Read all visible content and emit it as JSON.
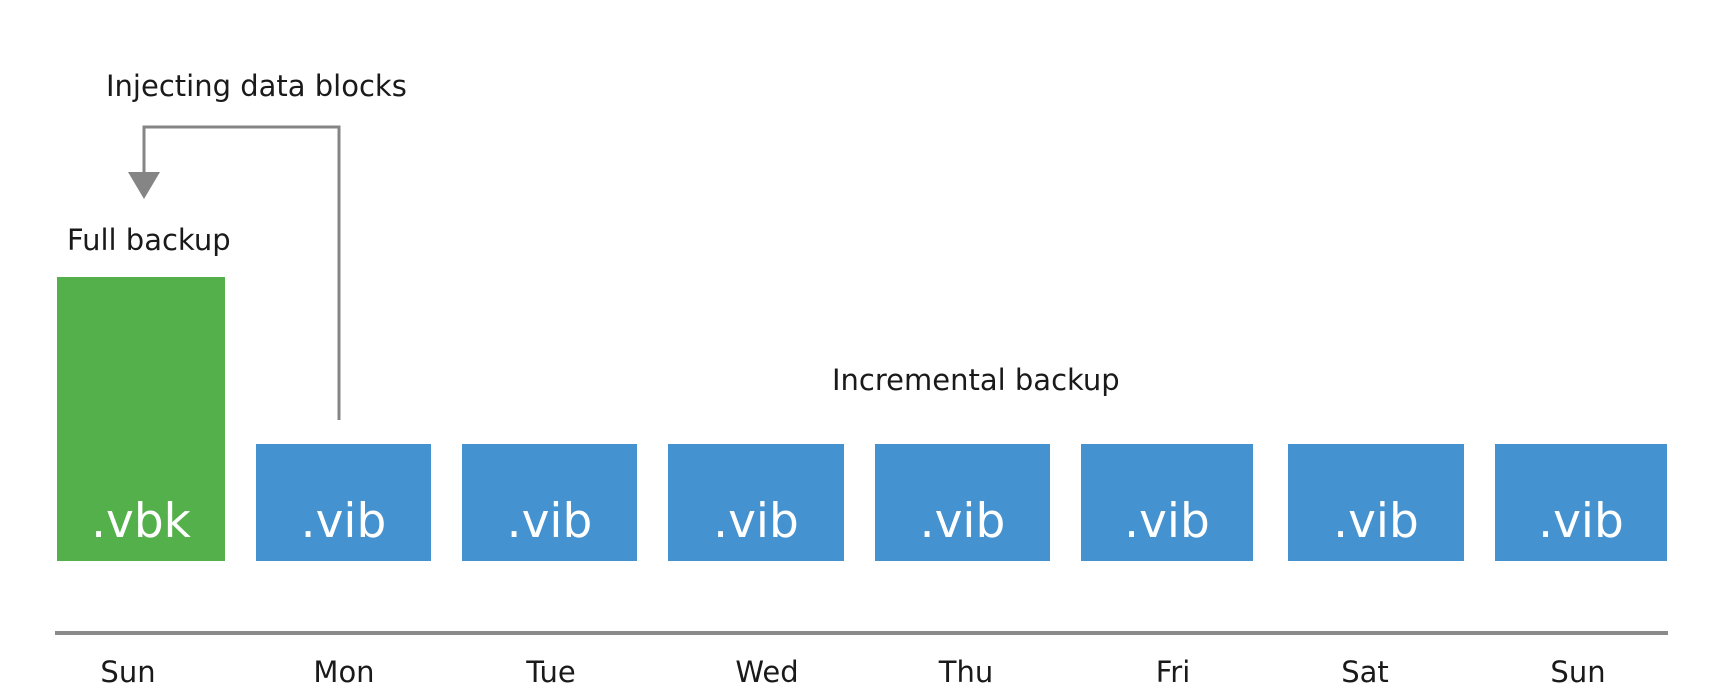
{
  "labels": {
    "injecting": "Injecting data blocks",
    "full_backup": "Full backup",
    "incremental_backup": "Incremental backup"
  },
  "full_file": {
    "ext": ".vbk",
    "day": "Sun"
  },
  "incremental_files": [
    {
      "ext": ".vib",
      "day": "Mon"
    },
    {
      "ext": ".vib",
      "day": "Tue"
    },
    {
      "ext": ".vib",
      "day": "Wed"
    },
    {
      "ext": ".vib",
      "day": "Thu"
    },
    {
      "ext": ".vib",
      "day": "Fri"
    },
    {
      "ext": ".vib",
      "day": "Sat"
    },
    {
      "ext": ".vib",
      "day": "Sun"
    }
  ],
  "colors": {
    "full_backup_box": "#54b04a",
    "incremental_box": "#4592d0",
    "connector": "#858585",
    "timeline": "#8a8a8a"
  }
}
